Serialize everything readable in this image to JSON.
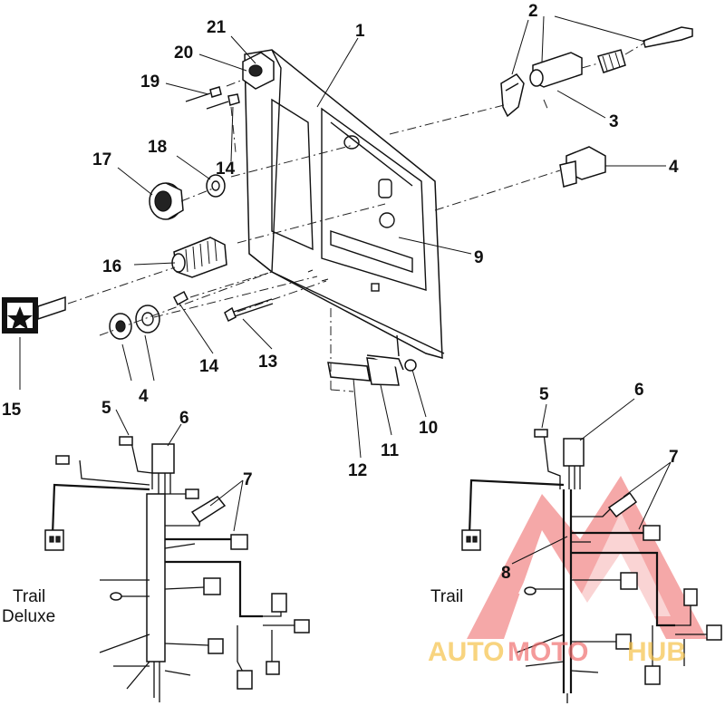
{
  "callouts": {
    "n1": "1",
    "n2": "2",
    "n3": "3",
    "n4a": "4",
    "n4b": "4",
    "n5a": "5",
    "n5b": "5",
    "n6a": "6",
    "n6b": "6",
    "n7a": "7",
    "n7b": "7",
    "n8": "8",
    "n9": "9",
    "n10": "10",
    "n11": "11",
    "n12": "12",
    "n13": "13",
    "n14a": "14",
    "n14b": "14",
    "n15": "15",
    "n16": "16",
    "n17": "17",
    "n18": "18",
    "n19": "19",
    "n20": "20",
    "n21": "21"
  },
  "captions": {
    "left_line1": "Trail",
    "left_line2": "Deluxe",
    "right": "Trail"
  },
  "watermark": {
    "text_auto": "AUTO",
    "text_moto": "MOTO",
    "text_hub": "HUB",
    "color_primary": "#f07070",
    "color_secondary": "#f6c24a"
  }
}
